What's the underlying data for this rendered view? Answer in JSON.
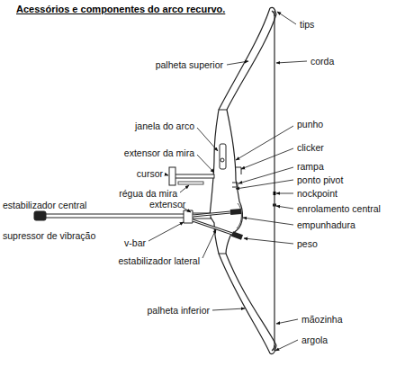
{
  "diagram": {
    "title": "Acessórios e componentes do arco recurvo.",
    "labels": [
      "tips",
      "palheta superior",
      "corda",
      "janela do arco",
      "punho",
      "extensor da mira",
      "clicker",
      "cursor",
      "rampa",
      "ponto pivot",
      "régua da mira",
      "nockpoint",
      "estabilizador central",
      "extensor",
      "enrolamento central",
      "empunhadura",
      "supressor de vibração",
      "v-bar",
      "peso",
      "estabilizador lateral",
      "palheta inferior",
      "mãozinha",
      "argola"
    ]
  }
}
